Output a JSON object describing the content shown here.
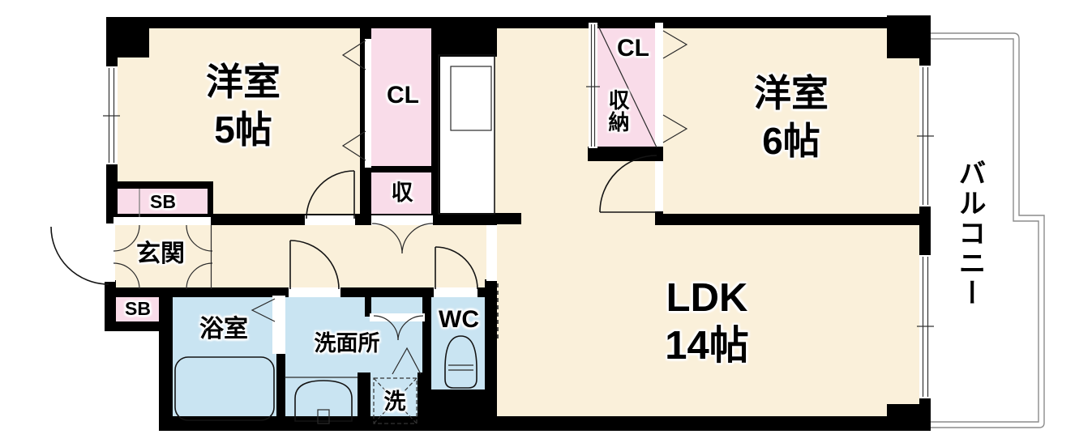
{
  "title": "2LDK apartment floor plan",
  "palette": {
    "floor_cream": "#faf0da",
    "closet_pink": "#f9dce9",
    "water_blue": "#c9e4f2",
    "wall_black": "#000000",
    "balcony_gray": "#8c8c8c"
  },
  "rooms": {
    "room5": {
      "name": "洋室",
      "size": "5帖"
    },
    "room6": {
      "name": "洋室",
      "size": "6帖"
    },
    "ldk": {
      "name": "LDK",
      "size": "14帖"
    },
    "balcony": {
      "name": "バルコニー"
    },
    "genkan": {
      "name": "玄関"
    },
    "bathroom": {
      "name": "浴室"
    },
    "washroom": {
      "name": "洗面所"
    },
    "wc": {
      "name": "WC"
    },
    "laundry": {
      "name": "洗"
    },
    "closet1": {
      "name": "CL"
    },
    "storage1": {
      "name": "収"
    },
    "closet2": {
      "name": "CL"
    },
    "storage2": {
      "name": "収納"
    },
    "shoebox1": {
      "name": "SB"
    },
    "shoebox2": {
      "name": "SB"
    }
  }
}
